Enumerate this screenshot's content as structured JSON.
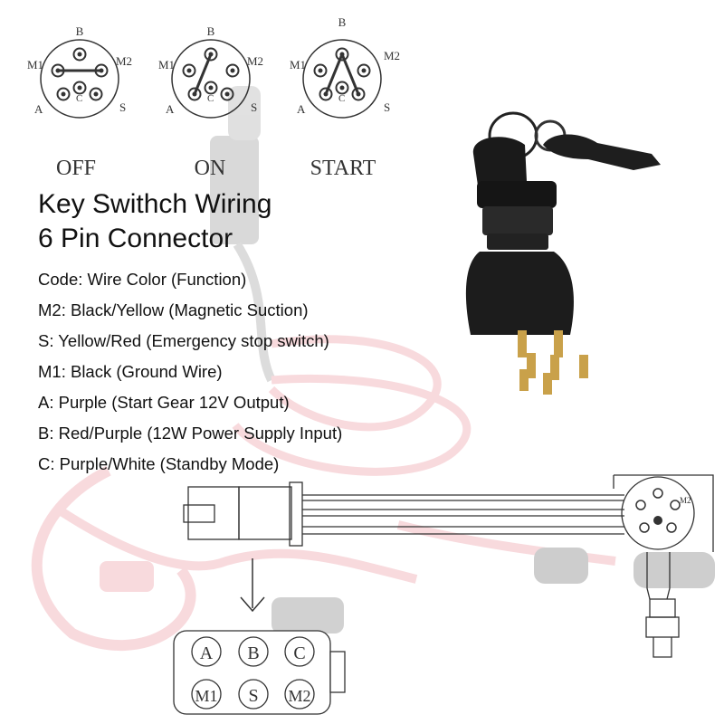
{
  "pinouts": [
    {
      "state": "OFF",
      "pins": {
        "B": "B",
        "M1": "M1",
        "M2": "M2",
        "A": "A",
        "C": "C",
        "S": "S"
      }
    },
    {
      "state": "ON",
      "pins": {
        "B": "B",
        "M1": "M1",
        "M2": "M2",
        "A": "A",
        "C": "C",
        "S": "S"
      }
    },
    {
      "state": "START",
      "pins": {
        "B": "B",
        "M1": "M1",
        "M2": "M2",
        "A": "A",
        "C": "C",
        "S": "S"
      }
    }
  ],
  "title": {
    "line1": "Key Swithch Wiring",
    "line2": "6 Pin Connector"
  },
  "wiring": [
    "Code: Wire Color (Function)",
    "M2: Black/Yellow (Magnetic Suction)",
    "S: Yellow/Red (Emergency stop switch)",
    "M1: Black (Ground Wire)",
    "A: Purple (Start Gear 12V Output)",
    "B: Red/Purple (12W Power Supply Input)",
    "C: Purple/White (Standby Mode)"
  ],
  "connector_face": {
    "row1": [
      "A",
      "B",
      "C"
    ],
    "row2": [
      "M1",
      "S",
      "M2"
    ]
  },
  "colors": {
    "lanyard": "#e05a6a",
    "switch_body": "#1c1c1c",
    "brass": "#c9a14a",
    "line": "#333333"
  }
}
